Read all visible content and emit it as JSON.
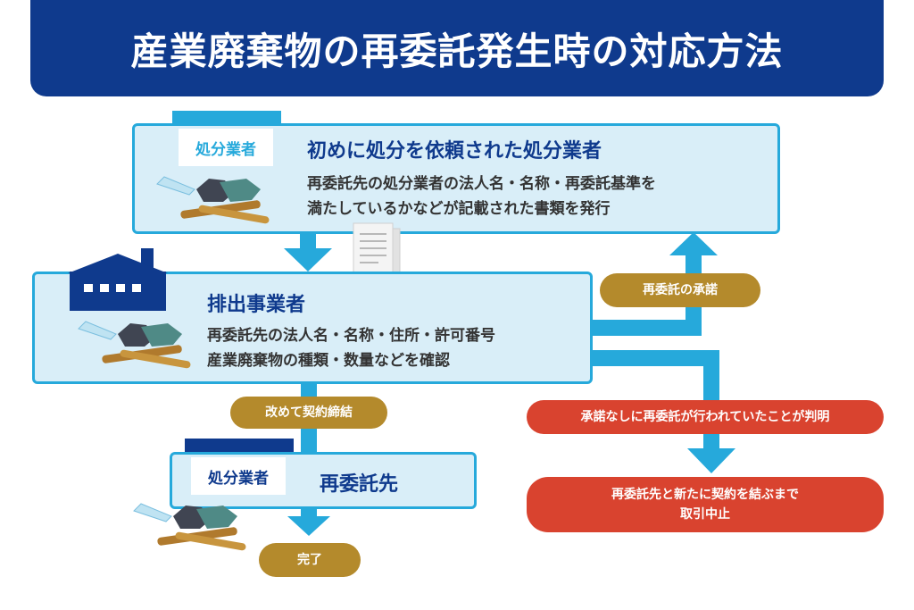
{
  "title": "産業廃棄物の再委託発生時の対応方法",
  "top_box": {
    "badge": "処分業者",
    "heading": "初めに処分を依頼された処分業者",
    "line1": "再委託先の処分業者の法人名・名称・再委託基準を",
    "line2": "満たしているかなどが記載された書類を発行"
  },
  "middle_box": {
    "heading": "排出事業者",
    "line1": "再委託先の法人名・名称・住所・許可番号",
    "line2": "産業廃棄物の種類・数量などを確認"
  },
  "bottom_box": {
    "badge": "処分業者",
    "heading": "再委託先"
  },
  "labels": {
    "approval": "再委託の承諾",
    "recontract": "改めて契約締結",
    "done": "完了",
    "no_approval": "承諾なしに再委託が行われていたことが判明",
    "suspend_line1": "再委託先と新たに契約を結ぶまで",
    "suspend_line2": "取引中止"
  },
  "colors": {
    "navy": "#0f3a8d",
    "blue": "#26a9db",
    "light_blue": "#d9eef8",
    "gold": "#b48a2c",
    "red": "#d9432f"
  }
}
